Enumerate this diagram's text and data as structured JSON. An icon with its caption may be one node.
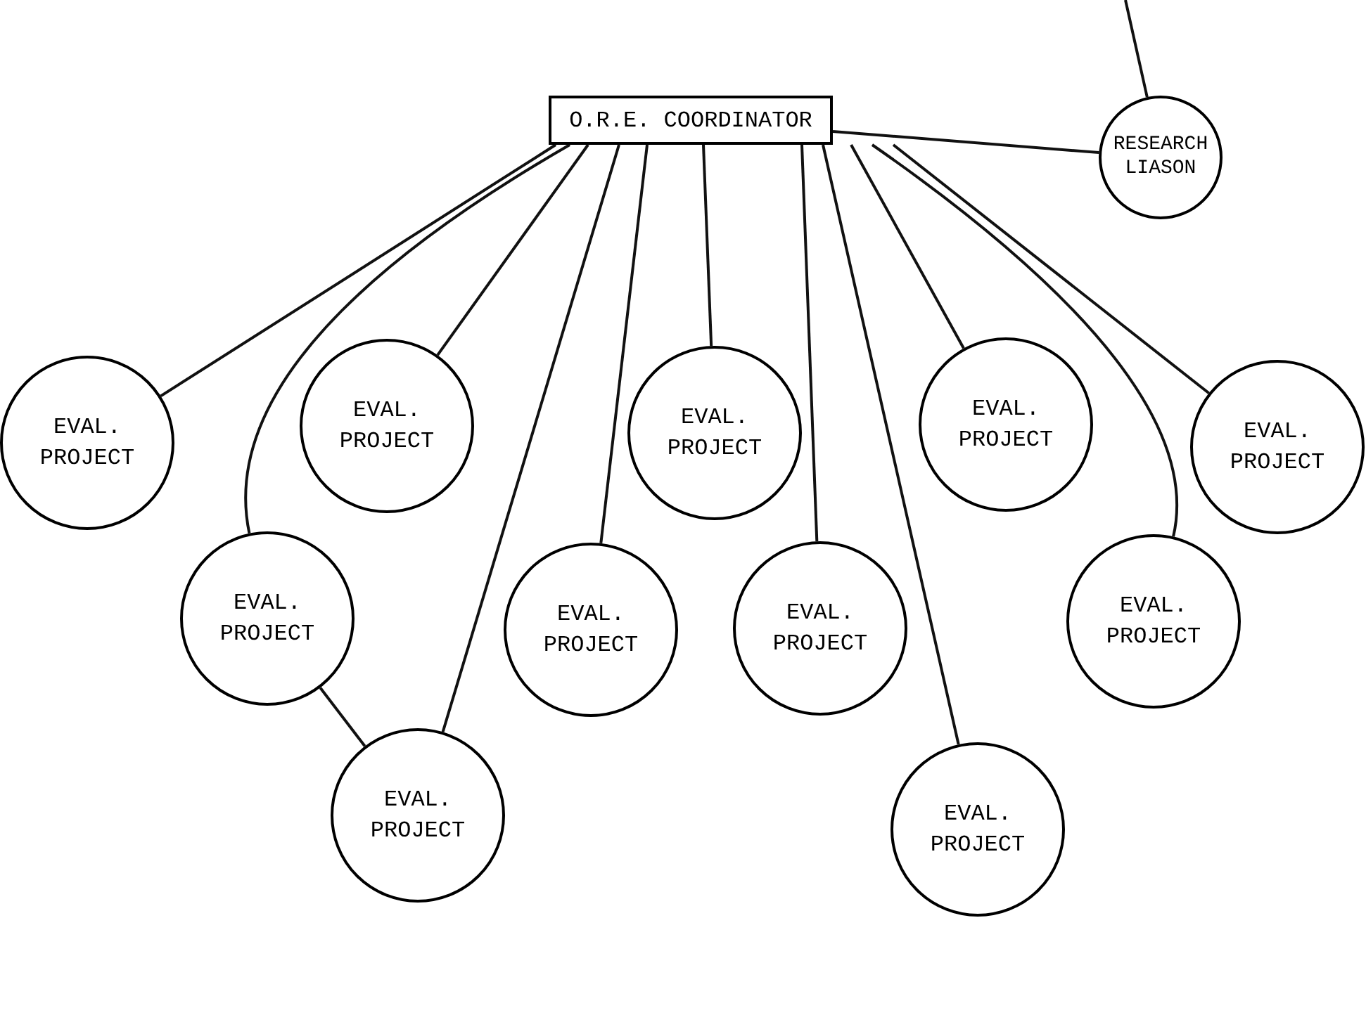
{
  "diagram": {
    "nodes": [
      {
        "text": [
          "O.R.E. COORDINATOR"
        ]
      },
      {
        "text": [
          "RESEARCH LIASON"
        ]
      },
      {
        "text": [
          "EVAL. PROJECT"
        ]
      },
      {
        "text": [
          "EVAL. PROJECT"
        ]
      },
      {
        "text": [
          "EVAL. PROJECT"
        ]
      },
      {
        "text": [
          "EVAL. PROJECT"
        ]
      },
      {
        "text": [
          "EVAL. PROJECT"
        ]
      },
      {
        "text": [
          "EVAL. PROJECT"
        ]
      },
      {
        "text": [
          "EVAL. PROJECT"
        ]
      },
      {
        "text": [
          "EVAL. PROJECT"
        ]
      },
      {
        "text": [
          "EVAL. PROJECT"
        ]
      },
      {
        "text": [
          "EVAL. PROJECT"
        ]
      },
      {
        "text": [
          "EVAL. PROJECT"
        ]
      }
    ],
    "edges": [
      {
        "from": 0,
        "to": 1,
        "arrow": "none"
      },
      {
        "from": null,
        "to": 1,
        "arrow": "none"
      },
      {
        "from": 0,
        "to": 2,
        "arrow": "none"
      },
      {
        "from": 0,
        "to": 7,
        "arrow": "none"
      },
      {
        "from": 0,
        "to": 3,
        "arrow": "none"
      },
      {
        "from": 0,
        "to": 11,
        "arrow": "none"
      },
      {
        "from": 0,
        "to": 8,
        "arrow": "none"
      },
      {
        "from": 0,
        "to": 4,
        "arrow": "none"
      },
      {
        "from": 0,
        "to": 9,
        "arrow": "none"
      },
      {
        "from": 0,
        "to": 12,
        "arrow": "none"
      },
      {
        "from": 0,
        "to": 5,
        "arrow": "none"
      },
      {
        "from": 0,
        "to": 10,
        "arrow": "none"
      },
      {
        "from": 0,
        "to": 6,
        "arrow": "none"
      },
      {
        "from": 7,
        "to": 11,
        "arrow": "none"
      }
    ]
  }
}
